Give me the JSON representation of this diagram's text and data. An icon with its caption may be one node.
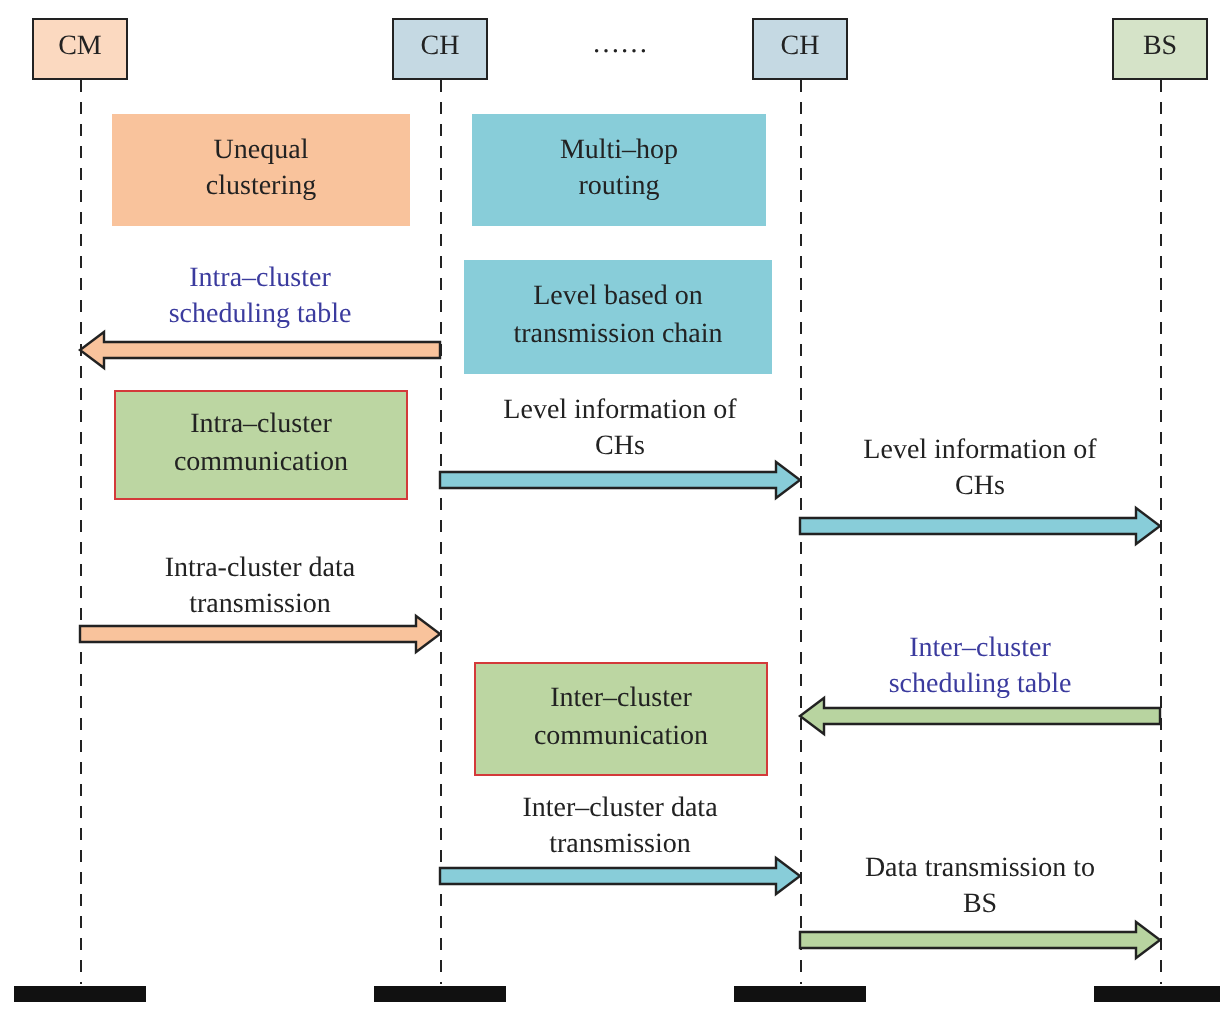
{
  "diagram": {
    "nodes": [
      {
        "text": [
          "CM"
        ]
      },
      {
        "text": [
          "CH"
        ]
      },
      {
        "text": [
          "CH"
        ]
      },
      {
        "text": [
          "BS"
        ]
      },
      {
        "text": [
          "Unequal clustering"
        ]
      },
      {
        "text": [
          "Multi–hop routing"
        ]
      },
      {
        "text": [
          "Level based on transmission chain"
        ]
      },
      {
        "text": [
          "Intra–cluster communication"
        ]
      },
      {
        "text": [
          "Inter–cluster communication"
        ]
      }
    ],
    "edges": [
      {
        "from": 1,
        "to": 0,
        "arrow": "to",
        "label": "Intra–cluster scheduling table",
        "style": "thick",
        "color": "#f9c39c"
      },
      {
        "from": 1,
        "to": 2,
        "arrow": "to",
        "label": "Level information of CHs",
        "style": "thick",
        "color": "#88cdd9"
      },
      {
        "from": 2,
        "to": 3,
        "arrow": "to",
        "label": "Level information of CHs",
        "style": "thick",
        "color": "#88cdd9"
      },
      {
        "from": 0,
        "to": 1,
        "arrow": "to",
        "label": "Intra-cluster data transmission",
        "style": "thick",
        "color": "#f9c39c"
      },
      {
        "from": 3,
        "to": 2,
        "arrow": "to",
        "label": "Inter–cluster scheduling table",
        "style": "thick",
        "color": "#b8d4a0"
      },
      {
        "from": 1,
        "to": 2,
        "arrow": "to",
        "label": "Inter–cluster data transmission",
        "style": "thick",
        "color": "#88cdd9"
      },
      {
        "from": 2,
        "to": 3,
        "arrow": "to",
        "label": "Data transmission to BS",
        "style": "thick",
        "color": "#b8d4a0"
      }
    ],
    "labels": [
      "……"
    ]
  }
}
